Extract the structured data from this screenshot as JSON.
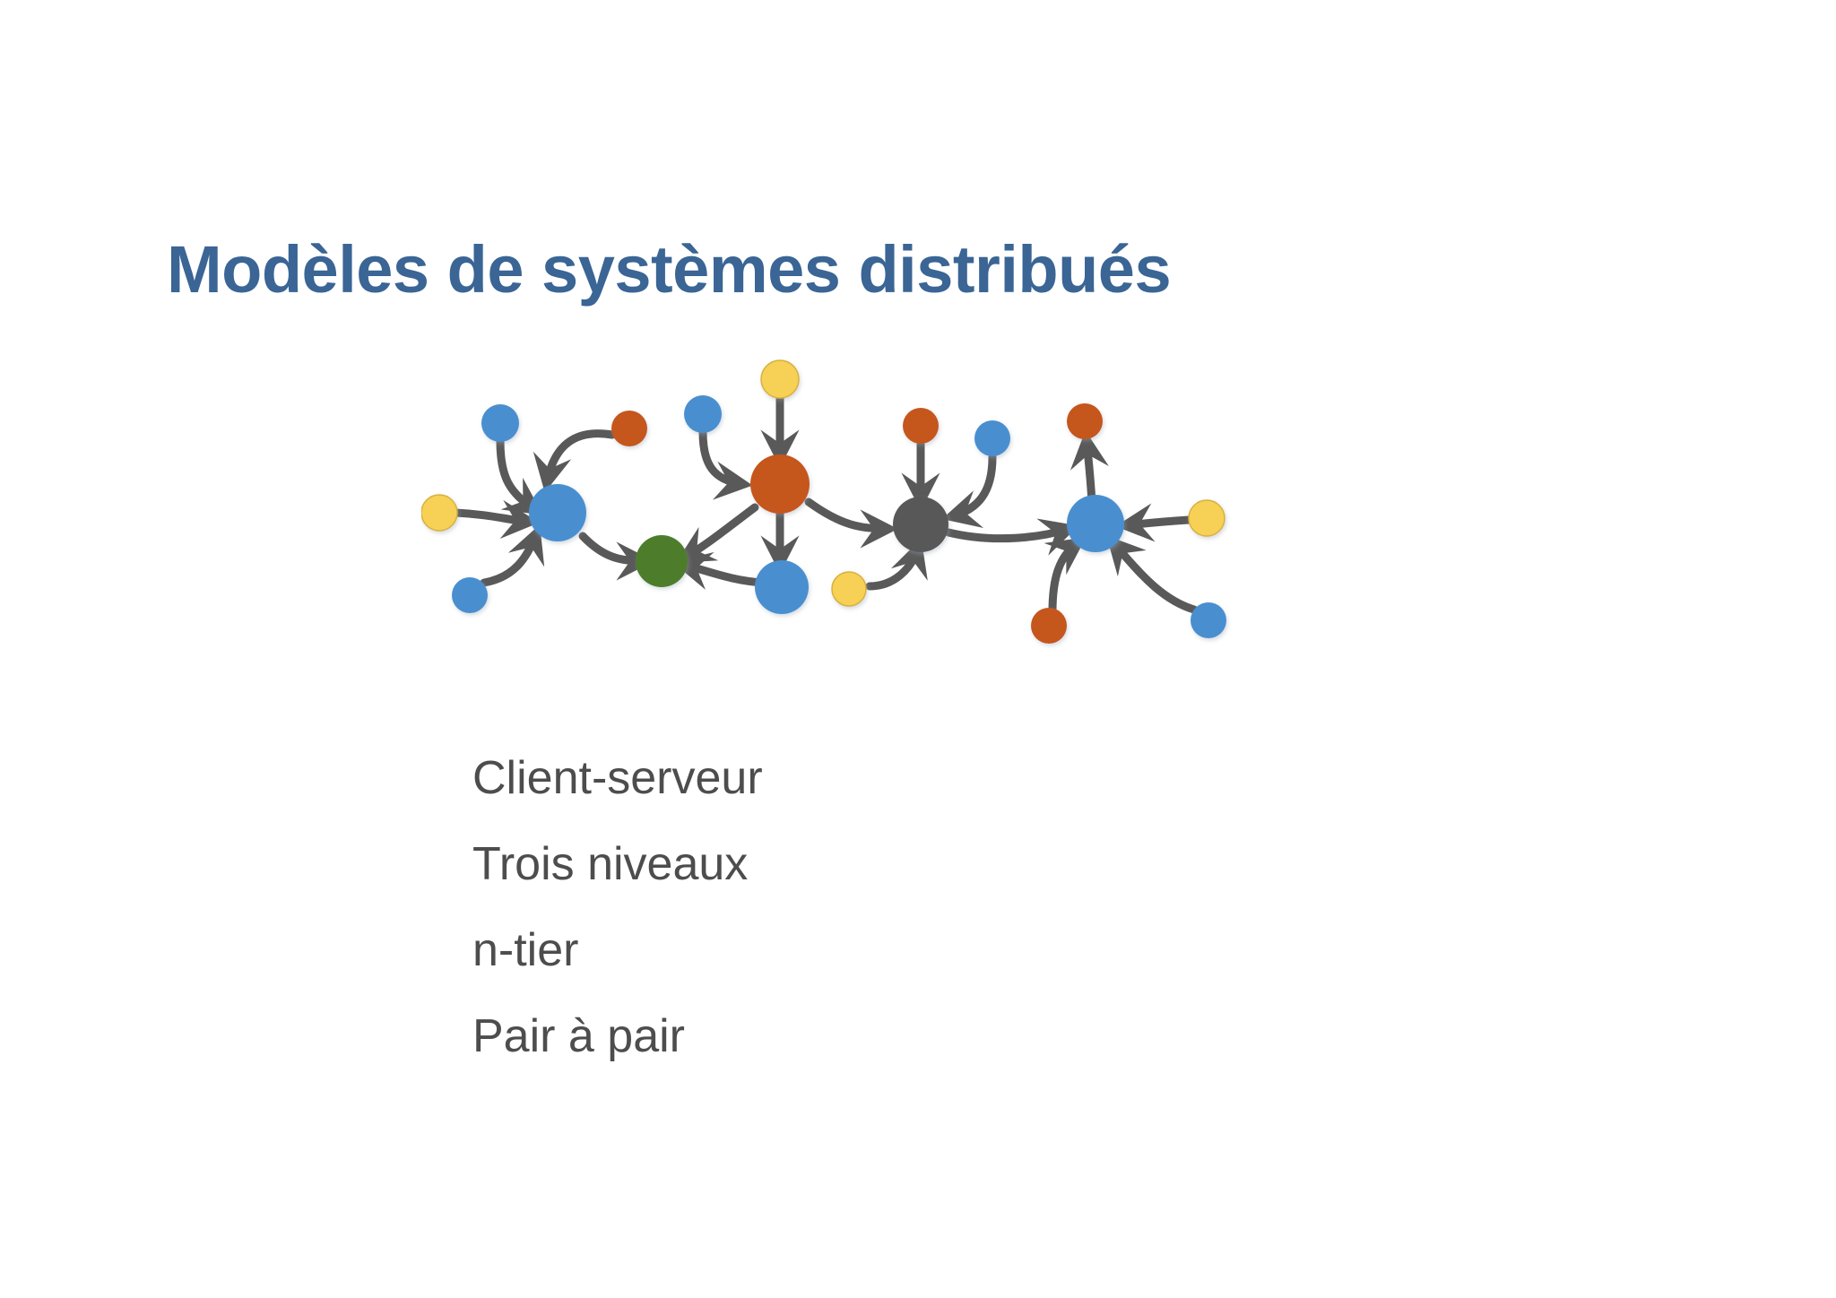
{
  "slide": {
    "title": "Modèles de systèmes distribués",
    "title_color": "#3A6595",
    "background_color": "#FFFFFF",
    "body_text_color": "#4D4D4D"
  },
  "bullets": [
    {
      "label": "Client-serveur"
    },
    {
      "label": "Trois niveaux"
    },
    {
      "label": "n-tier"
    },
    {
      "label": "Pair à pair"
    }
  ],
  "diagram": {
    "name": "distributed-systems-network-diagram",
    "palette": {
      "blue": "#4A8FD0",
      "orange": "#C5561A",
      "yellow": "#F6D155",
      "yellow_rim": "#D9B13C",
      "green": "#4E7D2B",
      "gray_node": "#595959",
      "edge": "#595959"
    },
    "clusters": [
      {
        "name": "client-serveur-cluster",
        "hub": {
          "id": "hub-blue-left",
          "color": "blue",
          "size": "large"
        },
        "satellites": [
          {
            "id": "left-blue-top",
            "color": "blue",
            "size": "small"
          },
          {
            "id": "left-orange-top",
            "color": "orange",
            "size": "small"
          },
          {
            "id": "left-yellow",
            "color": "yellow",
            "size": "small"
          },
          {
            "id": "left-blue-bottom",
            "color": "blue",
            "size": "small"
          }
        ]
      },
      {
        "name": "trois-niveaux-cluster",
        "hub": {
          "id": "hub-orange-center",
          "color": "orange",
          "size": "large"
        },
        "satellites": [
          {
            "id": "center-yellow-top",
            "color": "yellow",
            "size": "small"
          },
          {
            "id": "center-blue-left",
            "color": "blue",
            "size": "small"
          },
          {
            "id": "center-green",
            "color": "green",
            "size": "medium"
          },
          {
            "id": "center-blue-bottom",
            "color": "blue",
            "size": "medium"
          }
        ]
      },
      {
        "name": "n-tier-cluster",
        "hub": {
          "id": "hub-gray",
          "color": "gray_node",
          "size": "large"
        },
        "satellites": [
          {
            "id": "gray-orange-top",
            "color": "orange",
            "size": "small"
          },
          {
            "id": "gray-blue-right",
            "color": "blue",
            "size": "small"
          },
          {
            "id": "gray-yellow-bottom",
            "color": "yellow",
            "size": "small"
          }
        ]
      },
      {
        "name": "pair-a-pair-cluster",
        "hub": {
          "id": "hub-blue-right",
          "color": "blue",
          "size": "large"
        },
        "satellites": [
          {
            "id": "right-orange-top",
            "color": "orange",
            "size": "small"
          },
          {
            "id": "right-yellow",
            "color": "yellow",
            "size": "small"
          },
          {
            "id": "right-orange-bottom",
            "color": "orange",
            "size": "small"
          },
          {
            "id": "right-blue-bottom",
            "color": "blue",
            "size": "small"
          }
        ]
      }
    ]
  }
}
